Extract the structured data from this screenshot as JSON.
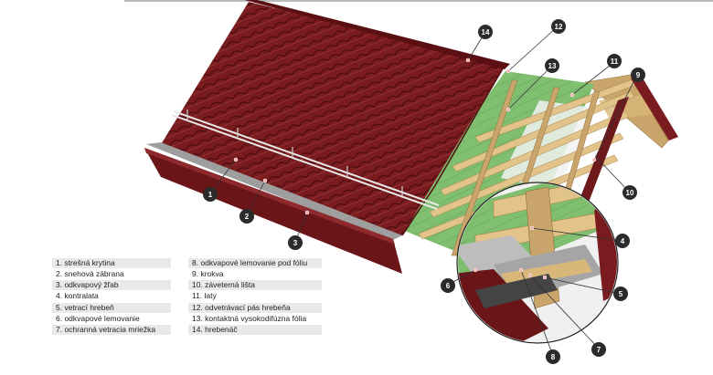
{
  "legend_left": [
    "1. strešná krytina",
    "2. snehová zábrana",
    "3. odkvapový žľab",
    "4. kontralata",
    "5. vetrací hrebeň",
    "6. odkvapové lemovanie",
    "7. ochranná vetracia mriežka"
  ],
  "legend_right": [
    "8. odkvapové lemovanie pod fóliu",
    "9. krokva",
    "10. záveterná lišta",
    "11. laty",
    "12. odvetrávací pás hrebeňa",
    "13. kontaktná vysokodifúzna fólia",
    "14. hrebenáč"
  ],
  "callouts": [
    "1",
    "2",
    "3",
    "4",
    "5",
    "6",
    "7",
    "8",
    "9",
    "10",
    "11",
    "12",
    "13",
    "14"
  ],
  "colors": {
    "tile": "#7a1c1f",
    "tile_dark": "#5a1013",
    "membrane": "#79b66b",
    "batten": "#d9b77a",
    "rafter": "#c9a56b",
    "callout": "#2b2b2b"
  }
}
